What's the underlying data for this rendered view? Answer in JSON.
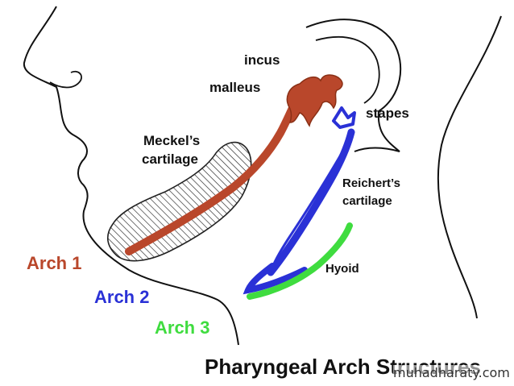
{
  "labels": {
    "incus": "incus",
    "malleus": "malleus",
    "stapes": "stapes",
    "meckels_line1": "Meckel’s",
    "meckels_line2": "cartilage",
    "reicherts_line1": "Reichert’s",
    "reicherts_line2": "cartilage",
    "hyoid": "Hyoid"
  },
  "arches": [
    {
      "name": "Arch 1",
      "color": "#b9472b"
    },
    {
      "name": "Arch 2",
      "color": "#2a31d6"
    },
    {
      "name": "Arch 3",
      "color": "#3fdc3f"
    }
  ],
  "title": "Pharyngeal Arch Structures",
  "watermark": "muhadharaty.com",
  "colors": {
    "arch1_structure": "#b9472b",
    "arch2_structure": "#2a31d6",
    "arch3_structure": "#3fdc3f",
    "outline": "#111111"
  }
}
